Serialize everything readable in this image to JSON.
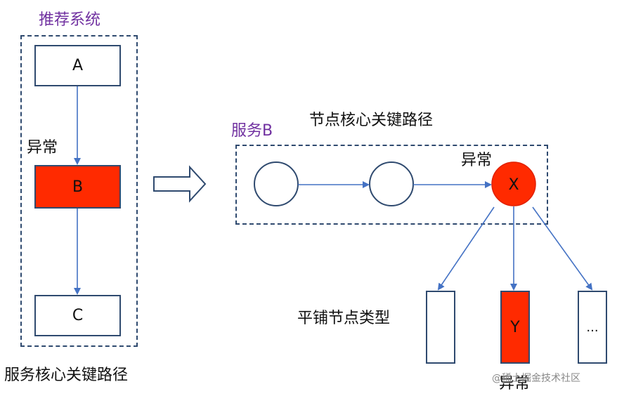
{
  "left_system": {
    "title": "推荐系统",
    "node_a": "A",
    "node_b": "B",
    "node_c": "C",
    "error_label": "异常",
    "caption": "服务核心关键路径"
  },
  "right_service": {
    "title": "服务B",
    "header": "节点核心关键路径",
    "error_label": "异常",
    "node_x": "X",
    "tile_label": "平铺节点类型",
    "node_y": "Y",
    "node_more": "...",
    "bottom_error_label": "异常"
  },
  "watermark": "@稀土掘金技术社区",
  "colors": {
    "error_red": "#ff2a00",
    "border_blue": "#2f4a6f",
    "arrow_blue": "#4472c4",
    "title_purple": "#7030a0"
  }
}
